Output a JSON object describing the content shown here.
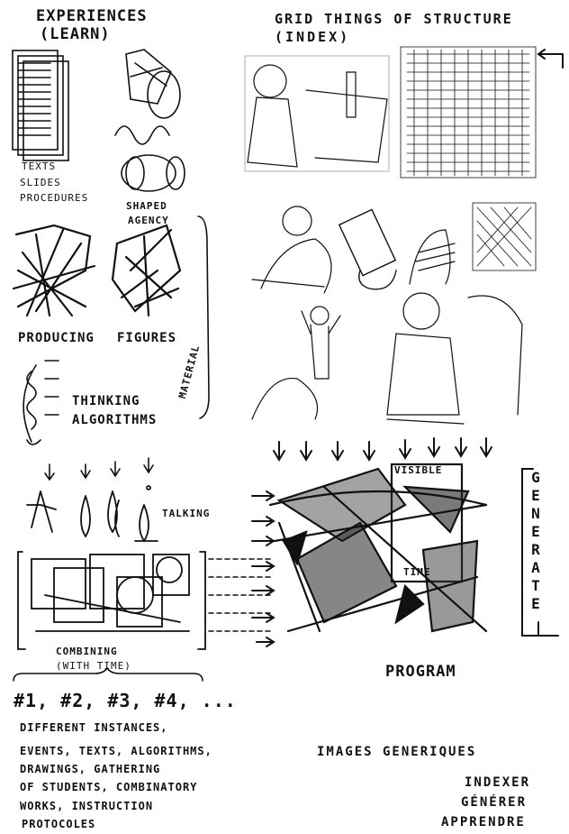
{
  "left": {
    "heading_line1": "EXPERIENCES",
    "heading_line2": "(LEARN)",
    "texts_labels": [
      "TEXTS",
      "SLIDES",
      "PROCEDURES"
    ],
    "shaped_agency_line1": "SHAPED",
    "shaped_agency_line2": "AGENCY",
    "producing": "PRODUCING",
    "figures": "FIGURES",
    "thinking": "THINKING",
    "algorithms": "ALGORITHMS",
    "material": "MATERIAL",
    "talking": "TALKING",
    "combining_line1": "COMBINING",
    "combining_line2": "(WITH TIME)"
  },
  "right": {
    "grid_heading_line1": "GRID THINGS OF STRUCTURE",
    "grid_heading_line2": "(INDEX)",
    "visible": "VISIBLE",
    "time": "TIME",
    "generate": "GENERATE",
    "program": "PROGRAM"
  },
  "bottom": {
    "instances": "#1, #2, #3, #4, ...",
    "lines": [
      "DIFFERENT INSTANCES,",
      "EVENTS, TEXTS, ALGORITHMS,",
      "DRAWINGS, GATHERING",
      "OF STUDENTS, COMBINATORY",
      "WORKS, INSTRUCTION",
      "PROTOCOLES"
    ],
    "images_generiques": "IMAGES GENERIQUES",
    "french_verbs": [
      "INDEXER",
      "GÉNÉRER",
      "APPRENDRE"
    ]
  }
}
